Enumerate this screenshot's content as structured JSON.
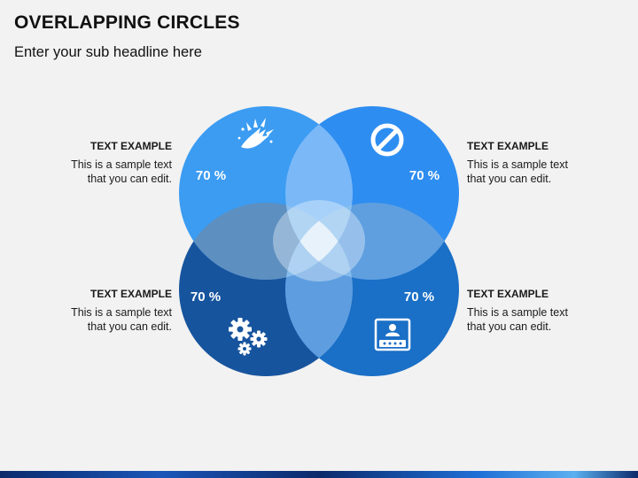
{
  "header": {
    "title": "OVERLAPPING CIRCLES",
    "subtitle": "Enter your sub headline here"
  },
  "colors": {
    "top_left": "#3b9cf2",
    "top_right": "#2e8df0",
    "bottom_left": "#17549e",
    "bottom_right": "#1a6fc6",
    "background": "#f2f2f2"
  },
  "circles": [
    {
      "id": "top-left",
      "percent": "70 %",
      "icon": "explosion-icon"
    },
    {
      "id": "top-right",
      "percent": "70 %",
      "icon": "prohibited-icon"
    },
    {
      "id": "bottom-left",
      "percent": "70 %",
      "icon": "gears-icon"
    },
    {
      "id": "bottom-right",
      "percent": "70 %",
      "icon": "user-password-icon"
    }
  ],
  "text_blocks": [
    {
      "id": "tl",
      "heading": "TEXT EXAMPLE",
      "line1": "This is a sample text",
      "line2": "that you can edit."
    },
    {
      "id": "tr",
      "heading": "TEXT EXAMPLE",
      "line1": "This is a sample text",
      "line2": "that you can edit."
    },
    {
      "id": "bl",
      "heading": "TEXT EXAMPLE",
      "line1": "This is a sample text",
      "line2": "that you can edit."
    },
    {
      "id": "br",
      "heading": "TEXT EXAMPLE",
      "line1": "This is a sample text",
      "line2": "that you can edit."
    }
  ]
}
